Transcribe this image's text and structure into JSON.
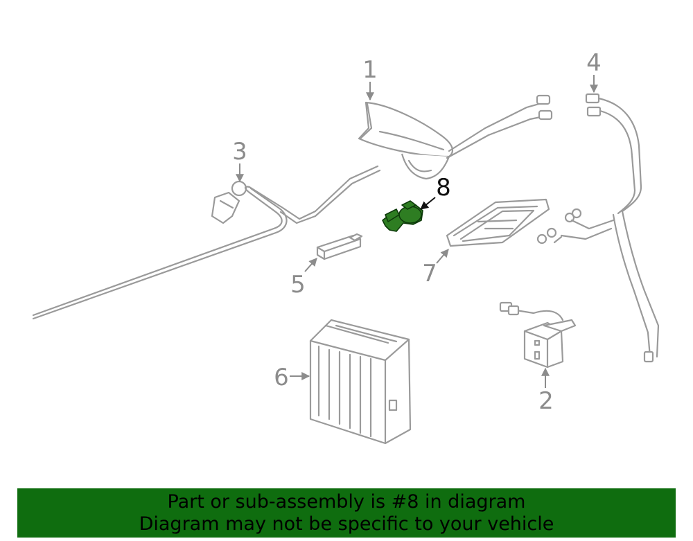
{
  "callouts": {
    "c1": "1",
    "c2": "2",
    "c3": "3",
    "c4": "4",
    "c5": "5",
    "c6": "6",
    "c7": "7",
    "c8": "8"
  },
  "banner": {
    "line1": "Part or sub-assembly is #8 in diagram",
    "line2": "Diagram may not be specific to your vehicle"
  },
  "colors": {
    "highlight": "#2e7d22",
    "banner": "#0f6d0f",
    "line_art": "#9a9a9a"
  }
}
